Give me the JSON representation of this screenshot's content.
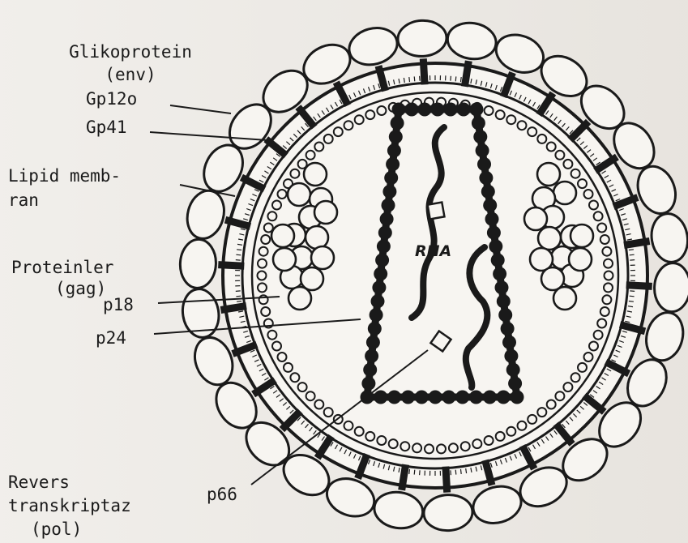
{
  "labels": {
    "glikoprotein": "Glikoprotein",
    "env": "(env)",
    "gp120": "Gp12o",
    "gp41": "Gp41",
    "lipid_line1": "Lipid memb-",
    "lipid_line2": "ran",
    "proteinler": "Proteinler",
    "gag": "(gag)",
    "p18": "p18",
    "p24": "p24",
    "p66": "p66",
    "revers": "Revers",
    "transkriptaz": "transkriptaz",
    "pol": "(pol)",
    "rna": "RNA"
  },
  "colors": {
    "ink": "#1a1a1a",
    "paper": "#ece9e4",
    "band_fill": "#f7f5f1"
  },
  "components": {
    "glycoprotein_knob_count": 30,
    "outer_spike_count": 30,
    "lattice_bead_count": 90
  }
}
